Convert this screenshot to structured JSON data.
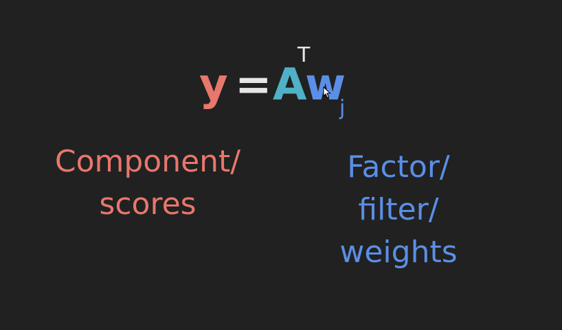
{
  "equation": {
    "lhs": "y",
    "equals": "=",
    "matrix": "A",
    "superscript": "T",
    "vector": "w",
    "subscript": "j"
  },
  "captions": {
    "left": [
      "Component/",
      "scores"
    ],
    "right": [
      "Factor/",
      "filter/",
      "weights"
    ]
  },
  "colors": {
    "background": "#212121",
    "lhs": "#e8776c",
    "equals": "#e6e6e6",
    "matrix": "#4fb0c6",
    "superscript": "#e6e6e6",
    "vector": "#5b8fe6",
    "subscript": "#5b8fe6",
    "caption_left": "#e8776c",
    "caption_right": "#5b8fe6"
  }
}
